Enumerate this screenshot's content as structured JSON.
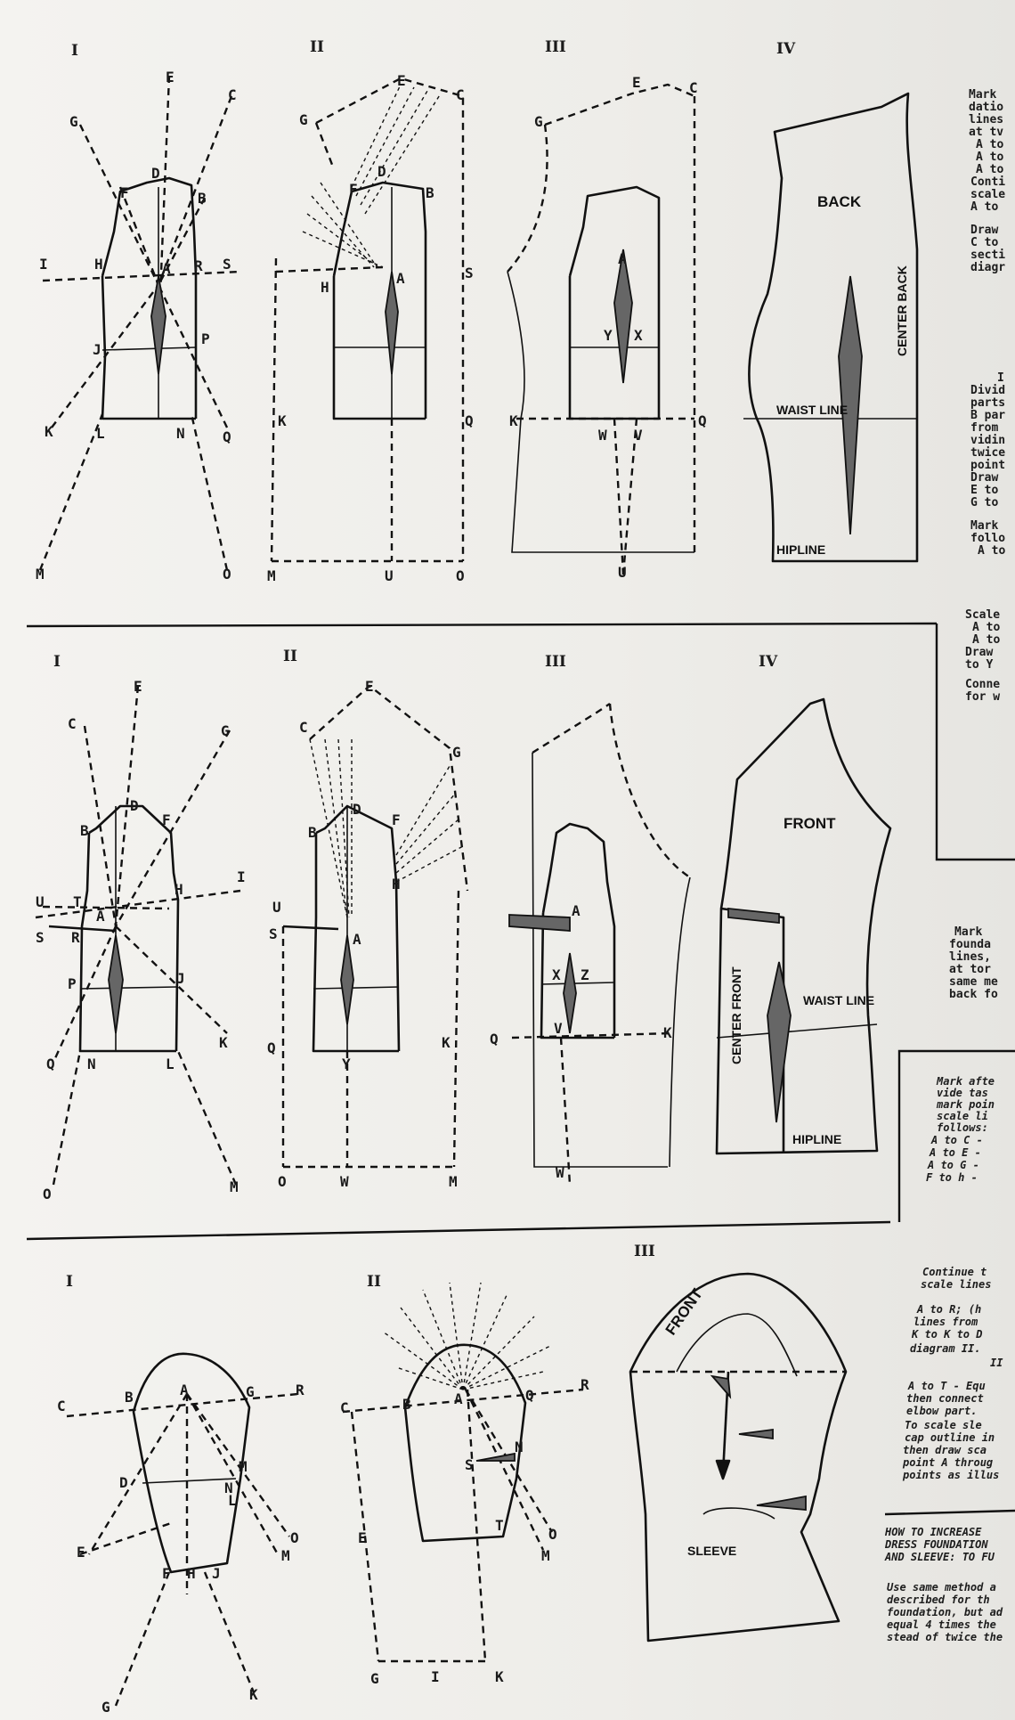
{
  "sections": {
    "back": {
      "numerals": [
        "I",
        "II",
        "III",
        "IV"
      ],
      "piece_label": "BACK",
      "center_label": "CENTER BACK",
      "waist_label": "WAIST LINE",
      "hip_label": "HIPLINE",
      "points_1": [
        "G",
        "E",
        "C",
        "F",
        "D",
        "B",
        "I",
        "H",
        "A",
        "R",
        "S",
        "J",
        "P",
        "K",
        "L",
        "N",
        "Q",
        "M",
        "O"
      ],
      "points_2": [
        "G",
        "E",
        "C",
        "D",
        "F",
        "B",
        "H",
        "A",
        "S",
        "K",
        "Q",
        "M",
        "U",
        "O"
      ],
      "points_3": [
        "G",
        "E",
        "C",
        "A",
        "Y",
        "X",
        "K",
        "W",
        "V",
        "Q",
        "U"
      ]
    },
    "front": {
      "numerals": [
        "I",
        "II",
        "III",
        "IV"
      ],
      "piece_label": "FRONT",
      "center_label": "CENTER FRONT",
      "waist_label": "WAIST LINE",
      "hip_label": "HIPLINE",
      "points_1": [
        "E",
        "C",
        "G",
        "D",
        "B",
        "F",
        "H",
        "I",
        "U",
        "T",
        "S",
        "R",
        "A",
        "P",
        "J",
        "K",
        "Q",
        "N",
        "L",
        "O",
        "M"
      ],
      "points_2": [
        "E",
        "C",
        "G",
        "B",
        "D",
        "F",
        "H",
        "U",
        "S",
        "A",
        "Q",
        "Y",
        "K",
        "O",
        "W",
        "M"
      ],
      "points_3": [
        "A",
        "X",
        "Z",
        "V",
        "Q",
        "K",
        "W"
      ]
    },
    "sleeve": {
      "numerals": [
        "I",
        "II",
        "III"
      ],
      "piece_label": "SLEEVE",
      "cap_label": "FRONT",
      "points_1": [
        "C",
        "B",
        "A",
        "G",
        "R",
        "D",
        "M",
        "L",
        "N",
        "O",
        "E",
        "F",
        "H",
        "J",
        "M",
        "G",
        "K"
      ],
      "points_2": [
        "C",
        "B",
        "A",
        "Q",
        "R",
        "S",
        "N",
        "T",
        "O",
        "E",
        "M",
        "G",
        "I",
        "K"
      ]
    }
  },
  "side_text": {
    "block_1": [
      "Mark",
      "datio",
      "lines",
      "at tv",
      "A to",
      "A to",
      "A to",
      "Conti",
      "scale",
      "A to"
    ],
    "block_2": [
      "Draw",
      "C to",
      "secti",
      "diagr"
    ],
    "block_3": [
      "I",
      "Divid",
      "parts",
      "B par",
      "from",
      "vidin",
      "twice",
      "point",
      "Draw",
      "E to",
      "G to"
    ],
    "block_4": [
      "Mark",
      "follo",
      "A to"
    ],
    "block_5": [
      "Scale",
      "A to",
      "A to",
      "Draw",
      "to Y",
      "Conne",
      "for w"
    ],
    "block_6": [
      "Mark",
      "founda",
      "lines,",
      "at tor",
      "same me",
      "back fo"
    ],
    "block_7": [
      "Mark afte",
      "vide tas",
      "mark poin",
      "scale li",
      "follows:",
      "A to C -",
      "A to E -",
      "A to G -",
      "F to h -",
      "Continue t",
      "scale lines",
      "A to R; (h",
      "lines from",
      "K to K to D",
      "diagram II.",
      "II"
    ],
    "block_8": [
      "A to T - Equ",
      "then connect",
      "elbow part.",
      "To scale sle",
      "cap outline in",
      "then draw sca",
      "point A throug",
      "points as illus"
    ],
    "heading": [
      "HOW TO INCREASE",
      "DRESS FOUNDATION",
      "AND SLEEVE: TO FU"
    ],
    "block_9": [
      "Use same method a",
      "described for th",
      "foundation, but ad",
      "equal 4 times the",
      "stead of twice the"
    ]
  }
}
